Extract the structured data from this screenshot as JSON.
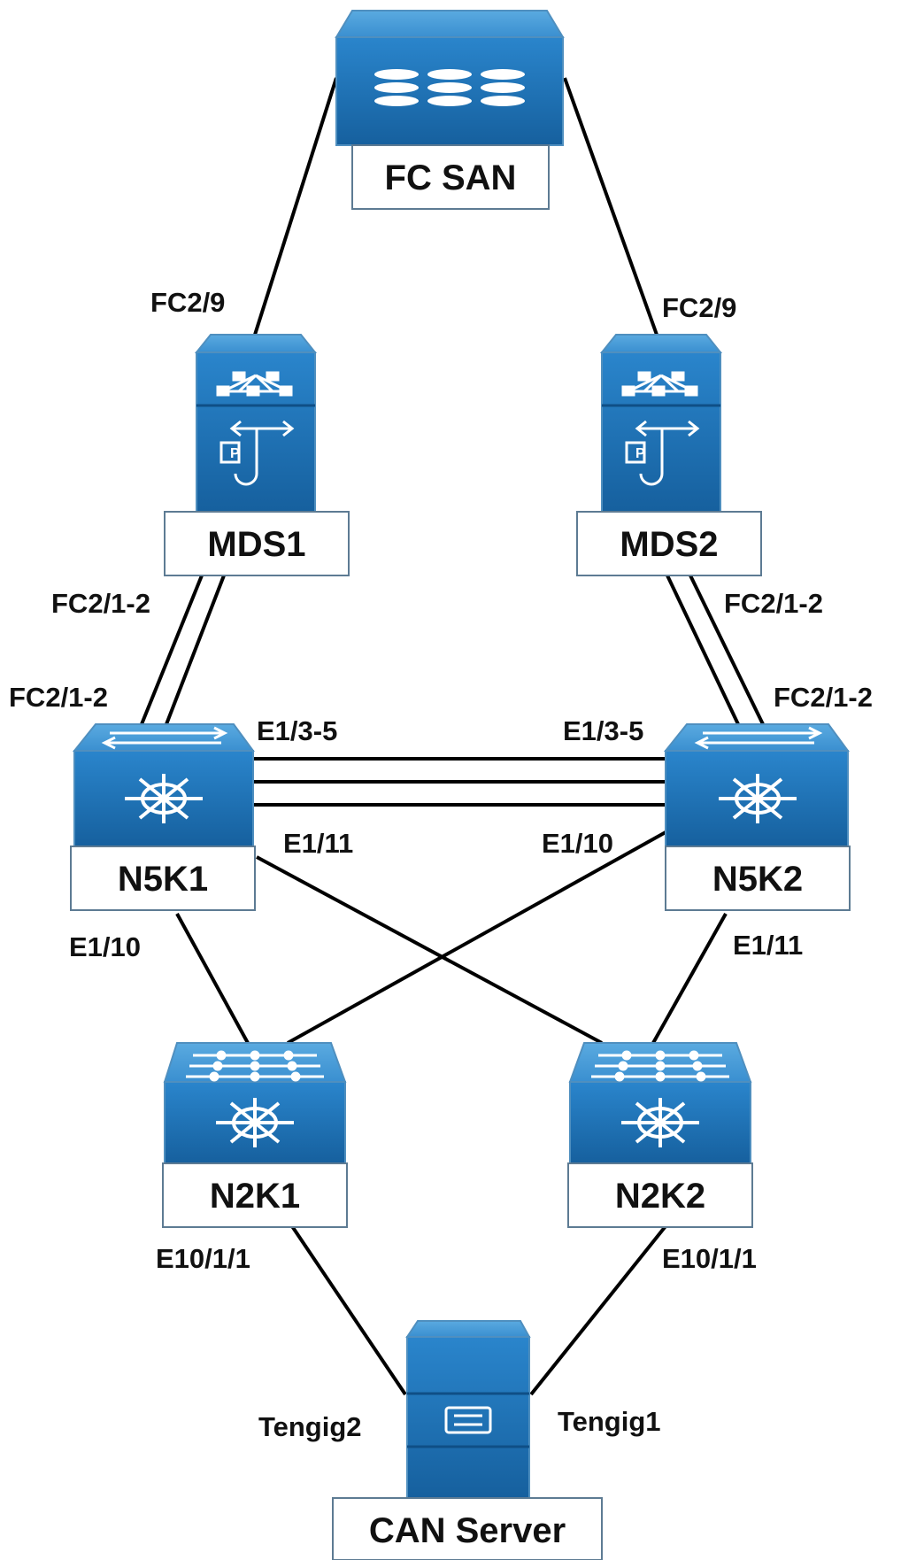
{
  "devices": {
    "fc_san": "FC SAN",
    "mds1": "MDS1",
    "mds2": "MDS2",
    "n5k1": "N5K1",
    "n5k2": "N5K2",
    "n2k1": "N2K1",
    "n2k2": "N2K2",
    "can_server": "CAN Server"
  },
  "ports": {
    "mds1_uplink": "FC2/9",
    "mds2_uplink": "FC2/9",
    "mds1_down": "FC2/1-2",
    "n5k1_fc": "FC2/1-2",
    "mds2_down": "FC2/1-2",
    "n5k2_fc": "FC2/1-2",
    "n5k1_peer": "E1/3-5",
    "n5k2_peer": "E1/3-5",
    "n5k1_e111": "E1/11",
    "n5k2_e110": "E1/10",
    "n5k1_e110": "E1/10",
    "n5k2_e111": "E1/11",
    "n2k1_host": "E10/1/1",
    "n2k2_host": "E10/1/1",
    "server_nic2": "Tengig2",
    "server_nic1": "Tengig1"
  },
  "colors": {
    "device_top": "#3f93d1",
    "device_body": "#1f74bb",
    "device_dark": "#155a92",
    "box_border": "#5d7b93",
    "link": "#000000"
  }
}
